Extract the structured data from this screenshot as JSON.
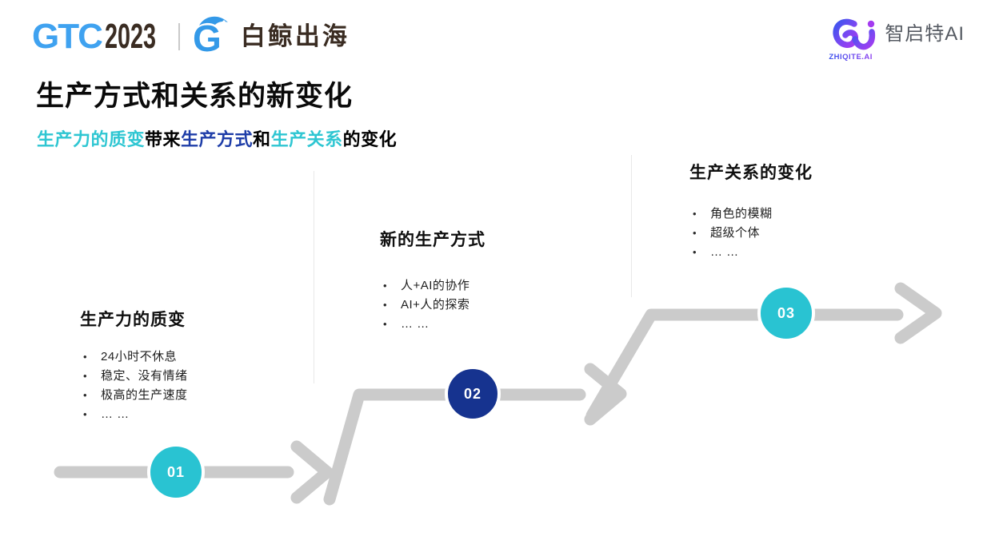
{
  "brand": {
    "gtc_text": "GTC",
    "gtc_year": "2023",
    "whale_name": "白鲸出海",
    "right_logo_text": "智启特AI",
    "right_logo_sub": "ZHIQITE.AI"
  },
  "slide": {
    "title": "生产方式和关系的新变化",
    "subtitle_segments": [
      {
        "text": "生产力的质变",
        "color": "#2EC6D2"
      },
      {
        "text": "带来",
        "color": "#000000"
      },
      {
        "text": "生产方式",
        "color": "#1E3DA8"
      },
      {
        "text": "和",
        "color": "#000000"
      },
      {
        "text": "生产关系",
        "color": "#2EC6D2"
      },
      {
        "text": "的变化",
        "color": "#000000"
      }
    ]
  },
  "steps": [
    {
      "number": "01",
      "title": "生产力的质变",
      "badge_color": "#29C3D2",
      "bullets": [
        "24小时不休息",
        "稳定、没有情绪",
        "极高的生产速度",
        "… …"
      ]
    },
    {
      "number": "02",
      "title": "新的生产方式",
      "badge_color": "#16338F",
      "bullets": [
        "人+AI的协作",
        "AI+人的探索",
        "… …"
      ]
    },
    {
      "number": "03",
      "title": "生产关系的变化",
      "badge_color": "#29C3D2",
      "bullets": [
        "角色的模糊",
        "超级个体",
        "… …"
      ]
    }
  ],
  "colors": {
    "path_gray": "#CBCBCB",
    "accent_cyan": "#29C3D2",
    "accent_navy": "#16338F",
    "gtc_blue": "#3FA2F0",
    "whale_blue": "#3399E8",
    "brand_brown": "#3A2C22",
    "divider_gray": "#E8E8E8",
    "logo_gradient_start": "#3D55EE",
    "logo_gradient_end": "#A43BF0"
  }
}
